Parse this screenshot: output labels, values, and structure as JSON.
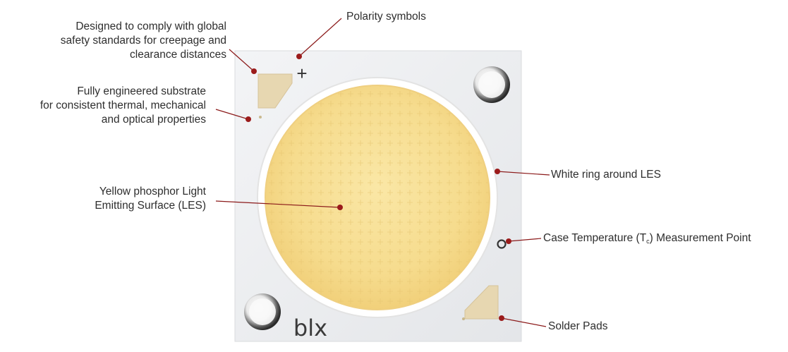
{
  "labels": {
    "standards": {
      "lines": [
        "Designed to comply with global",
        "safety standards for creepage and",
        "clearance distances"
      ]
    },
    "polarity": {
      "text": "Polarity symbols"
    },
    "substrate": {
      "lines": [
        "Fully engineered substrate",
        "for consistent thermal, mechanical",
        "and optical properties"
      ]
    },
    "white_ring": {
      "text": "White ring around LES"
    },
    "les": {
      "lines": [
        "Yellow phosphor Light",
        "Emitting Surface (LES)"
      ]
    },
    "case_temp": {
      "pre": "Case Temperature (T",
      "sub": "c",
      "post": ") Measurement Point"
    },
    "solder_pads": {
      "text": "Solder Pads"
    }
  },
  "chip": {
    "polarity_mark": "+",
    "logo": "blx"
  },
  "colors": {
    "leader": "#8b1a1a",
    "dot": "#9b1b1b",
    "substrate": "#eef0f2",
    "phosphor": "#f5dc8c",
    "ring": "#ffffff",
    "pad": "#e7d7b1",
    "text": "#2e2e2e"
  }
}
